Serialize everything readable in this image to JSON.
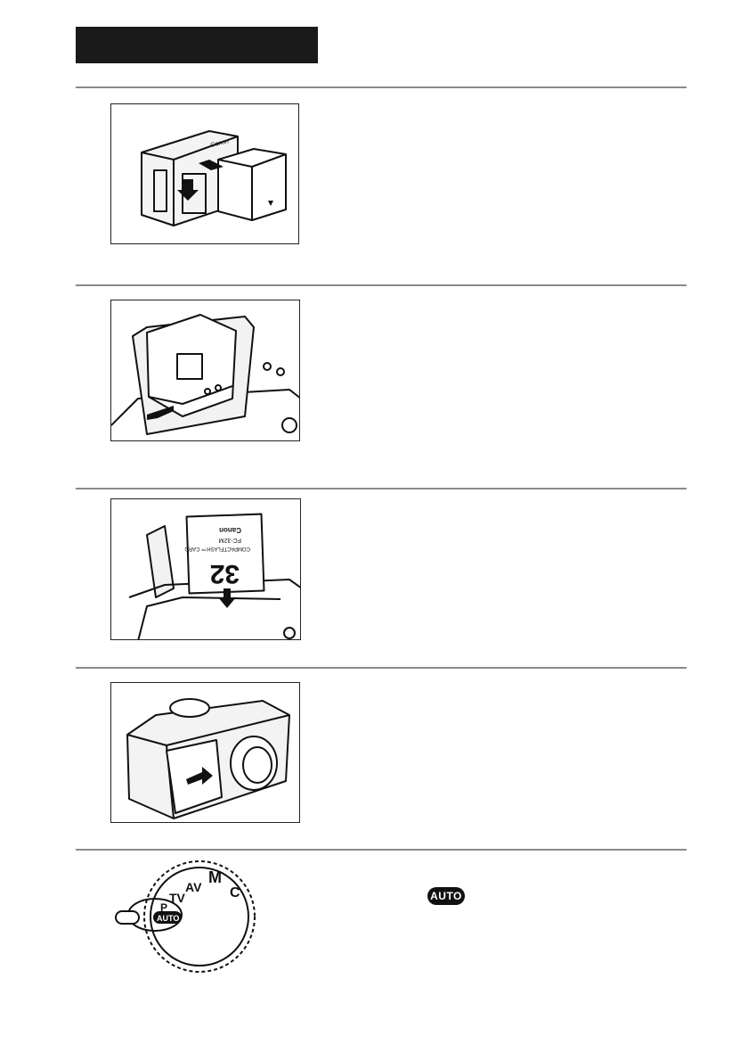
{
  "page": {
    "header_bar": "",
    "figures": [
      {
        "id": "battery-charger",
        "icon": "battery-charger-illustration"
      },
      {
        "id": "battery-insert",
        "icon": "battery-compartment-illustration"
      },
      {
        "id": "cf-card-insert",
        "icon": "cf-card-slot-illustration",
        "card_text": {
          "brand": "Canon",
          "type": "COMPACTFLASH™ CARD",
          "model": "FC-32M",
          "capacity": "32"
        }
      },
      {
        "id": "lens-cover-open",
        "icon": "camera-lens-cover-illustration"
      },
      {
        "id": "mode-dial",
        "icon": "mode-dial-illustration",
        "dial_labels": [
          "M",
          "C",
          "AV",
          "TV",
          "P",
          "AUTO"
        ]
      }
    ],
    "auto_badge": "AUTO"
  }
}
